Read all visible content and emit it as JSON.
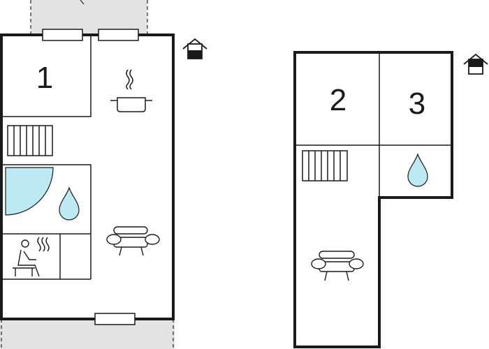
{
  "floors": [
    {
      "name": "ground-floor",
      "level_icon": "floor-level-icon-lower",
      "rooms": [
        {
          "number": "1",
          "type": "bedroom"
        },
        {
          "type": "kitchen",
          "icon": "cooking-pot-icon"
        },
        {
          "type": "stairs",
          "icon": "staircase-icon"
        },
        {
          "type": "bathroom",
          "icons": [
            "shower-icon",
            "water-drop-icon"
          ]
        },
        {
          "type": "sauna",
          "icon": "sauna-icon"
        },
        {
          "type": "living-room",
          "icon": "sofa-icon"
        }
      ]
    },
    {
      "name": "upper-floor",
      "level_icon": "floor-level-icon-upper",
      "rooms": [
        {
          "number": "2",
          "type": "bedroom"
        },
        {
          "number": "3",
          "type": "bedroom"
        },
        {
          "type": "stairs",
          "icon": "staircase-icon"
        },
        {
          "type": "bathroom",
          "icon": "water-drop-icon"
        },
        {
          "type": "living-room",
          "icon": "sofa-icon"
        }
      ]
    }
  ],
  "colors": {
    "wall": "#1a1a1a",
    "outdoor_area": "#e3e3e3",
    "water": "#bde9f2",
    "background": "#ffffff"
  }
}
